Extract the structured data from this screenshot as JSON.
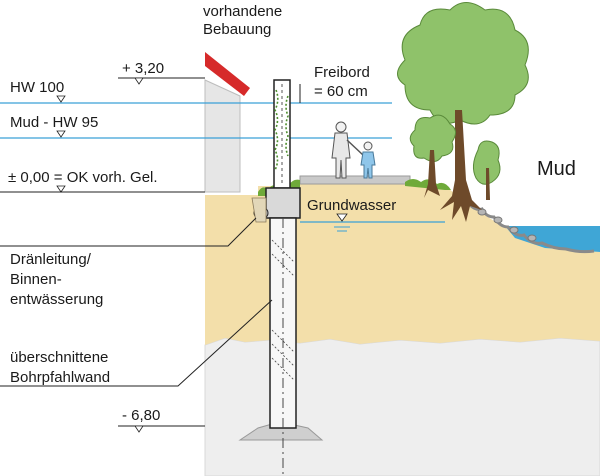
{
  "labels": {
    "building_line1": "vorhandene",
    "building_line2": "Bebauung",
    "level_plus": "+ 3,20",
    "hw100": "HW 100",
    "mud_hw95": "Mud - HW 95",
    "level_zero": "± 0,00 = OK vorh. Gel.",
    "freibord_line1": "Freibord",
    "freibord_line2": "= 60 cm",
    "river": "Mud",
    "groundwater": "Grundwasser",
    "drain_line1": "Dränleitung/",
    "drain_line2": "Binnen-",
    "drain_line3": "entwässerung",
    "pile_line1": "überschnittene",
    "pile_line2": "Bohrpfahlwand",
    "level_minus": "- 6,80"
  },
  "colors": {
    "sand": "#f3dfaa",
    "bedrock": "#eeeeee",
    "water_line": "#3aa0d8",
    "water": "#3fa6d6",
    "roof": "#d62a2a",
    "grass": "#6faa3a",
    "tree": "#8fc26a"
  }
}
